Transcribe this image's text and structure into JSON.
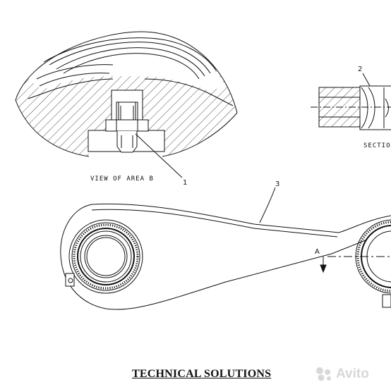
{
  "labels": {
    "view_of_area": "VIEW OF AREA B",
    "section": "SECTIO",
    "callout_1": "1",
    "callout_2": "2",
    "callout_3": "3",
    "section_marker": "A"
  },
  "caption": "TECHNICAL SOLUTIONS",
  "watermark": {
    "text": "Avito",
    "icon": "avito-logo-icon"
  },
  "colors": {
    "line": "#111111",
    "background": "#ffffff",
    "watermark": "#c8c8c8"
  }
}
